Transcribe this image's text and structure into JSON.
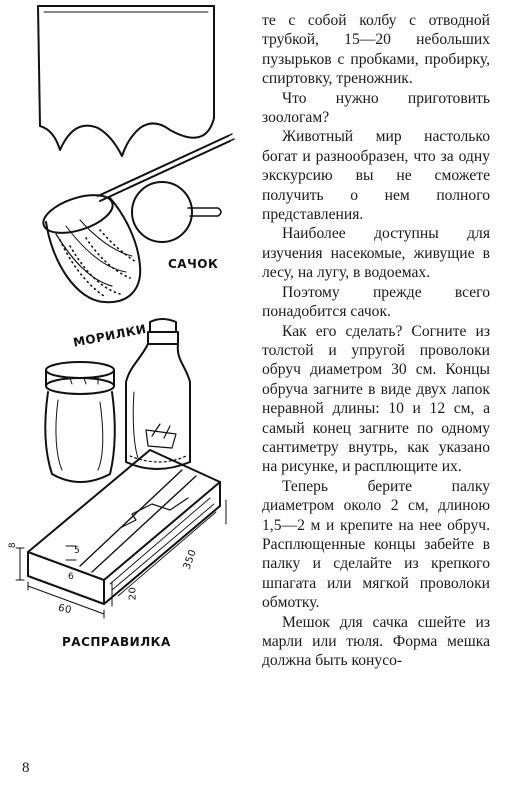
{
  "captions": {
    "net": "САЧОК",
    "jars": "МОРИЛКИ",
    "press": "РАСПРАВИЛКА"
  },
  "dimensions": {
    "d8": "8",
    "d5": "5",
    "d6": "6",
    "d60": "60",
    "d20": "20",
    "d350": "350"
  },
  "paragraphs": [
    {
      "cls": "cont",
      "text": "те с собой колбу с отводной трубкой, 15—20 небольших пузырьков с пробками, пробирку, спиртовку, треножник."
    },
    {
      "cls": "",
      "text": "Что нужно приготовить зоологам?"
    },
    {
      "cls": "",
      "text": "Животный мир настолько богат и разнообразен, что за одну экскурсию вы не сможете получить о нем полного представления."
    },
    {
      "cls": "",
      "text": "Наиболее доступны для изучения насекомые, живущие в лесу, на лугу, в водоемах."
    },
    {
      "cls": "",
      "text": "Поэтому прежде всего понадобится сачок."
    },
    {
      "cls": "",
      "text": "Как его сделать? Согните из толстой и упругой проволоки обруч диаметром 30 см. Концы обруча загните в виде двух лапок неравной длины: 10 и 12 см, а самый конец загните по одному сантиметру внутрь, как указано на рисунке, и расплющите их."
    },
    {
      "cls": "",
      "text": "Теперь берите палку диаметром около 2 см, длиною 1,5—2 м и крепите на нее обруч. Расплющенные концы забейте в палку и сделайте из крепкого шпагата или мягкой проволоки обмотку."
    },
    {
      "cls": "",
      "text": "Мешок для сачка сшейте из марли или тюля. Форма мешка должна быть конусо-"
    }
  ],
  "page_number": "8"
}
